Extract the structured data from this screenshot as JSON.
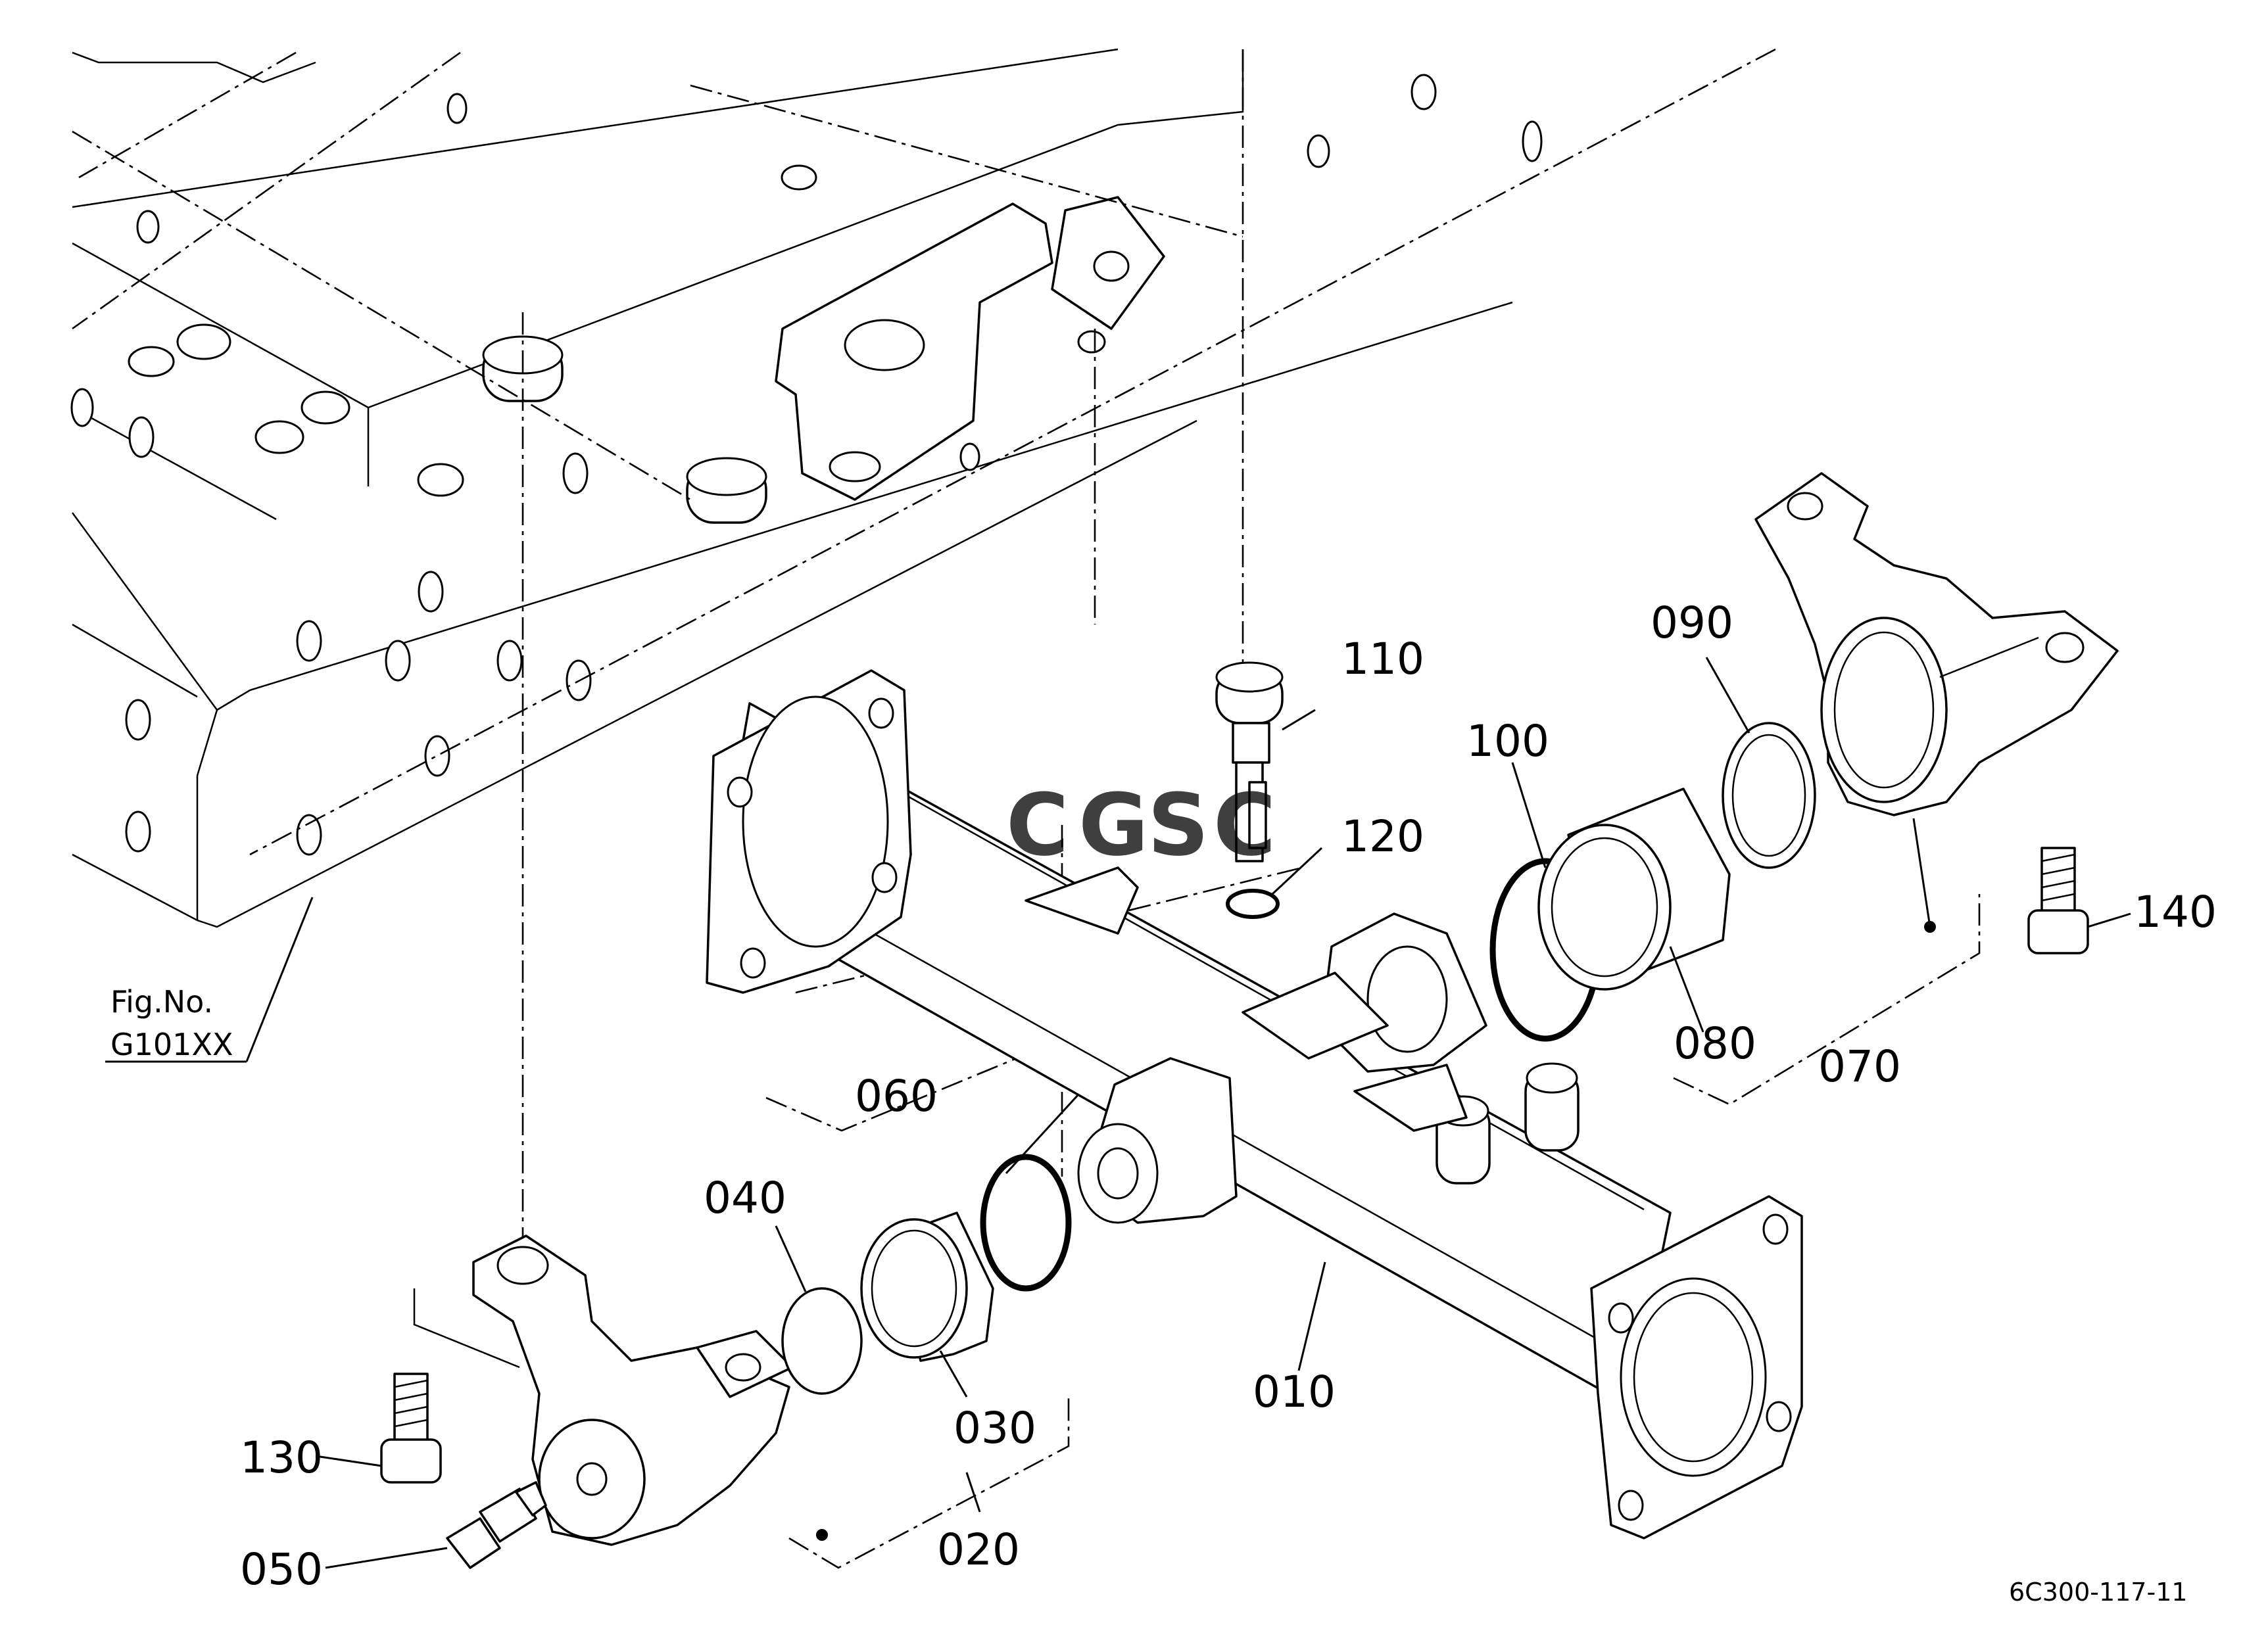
{
  "fig_ref": {
    "line1": "Fig.No.",
    "line2": "G101XX"
  },
  "drawing_number": "6C300-117-11",
  "watermark": {
    "letters": [
      "C",
      "G",
      "S",
      "C"
    ],
    "colors": [
      "#4a86e8",
      "#ea4335",
      "#fbbc05",
      "#34a853"
    ]
  },
  "callouts": {
    "p010": "010",
    "p020": "020",
    "p030": "030",
    "p040": "040",
    "p050": "050",
    "p060": "060",
    "p070": "070",
    "p080": "080",
    "p090": "090",
    "p100": "100",
    "p110": "110",
    "p120": "120",
    "p130": "130",
    "p140": "140"
  }
}
